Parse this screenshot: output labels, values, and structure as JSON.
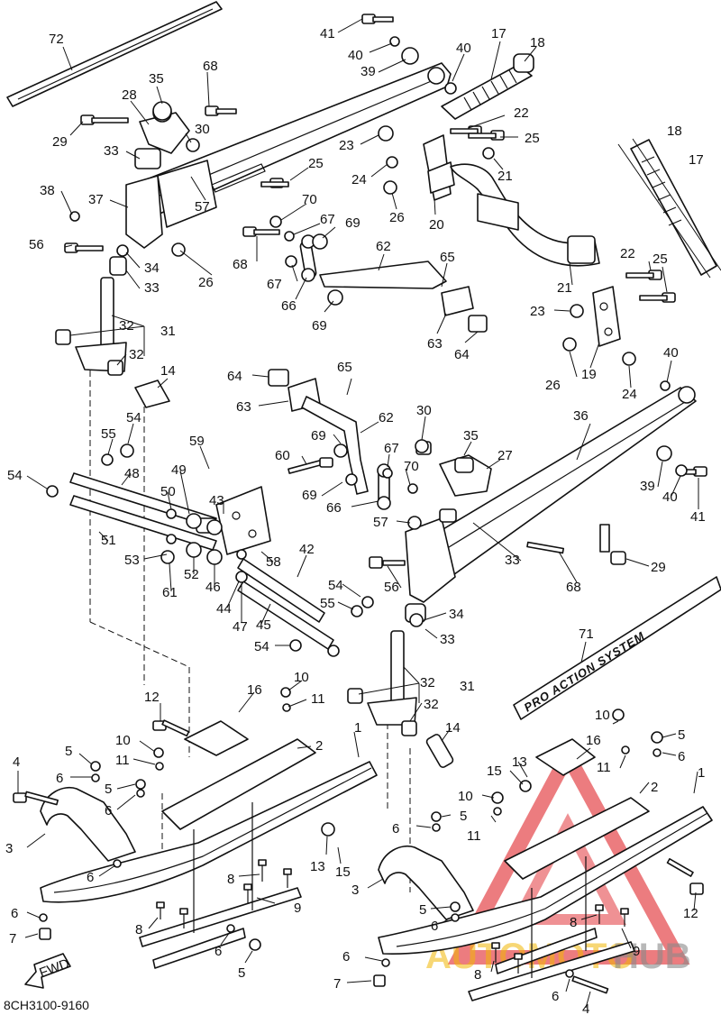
{
  "diagram": {
    "code": "8CH3100-9160",
    "banner_text": "PRO ACTION SYSTEM",
    "fwd_label": "FWD",
    "watermark": {
      "part_a": "AUTOMOTO",
      "part_b": "HUB",
      "accent_color": "#e0242a",
      "color_a": "#f2b705",
      "color_b": "#8a8a8a"
    }
  },
  "callouts": {
    "c72": "72",
    "c41a": "41",
    "c40a": "40",
    "c39a": "39",
    "c40b": "40",
    "c17a": "17",
    "c18a": "18",
    "c35a": "35",
    "c68a": "68",
    "c28": "28",
    "c29a": "29",
    "c30a": "30",
    "c33a": "33",
    "c22a": "22",
    "c23a": "23",
    "c25a": "25",
    "c38": "38",
    "c37": "37",
    "c57a": "57",
    "c25b": "25",
    "c24a": "24",
    "c26a": "26",
    "c20": "20",
    "c21a": "21",
    "c70a": "70",
    "c67a": "67",
    "c69a": "69",
    "c56a": "56",
    "c34a": "34",
    "c33b": "33",
    "c68b": "68",
    "c26b": "26",
    "c18b": "18",
    "c17b": "17",
    "c62a": "62",
    "c65a": "65",
    "c67b": "67",
    "c66a": "66",
    "c69b": "69",
    "c63a": "63",
    "c64a": "64",
    "c22b": "22",
    "c25c": "25",
    "c21b": "21",
    "c32a": "32",
    "c31a": "31",
    "c32b": "32",
    "c23b": "23",
    "c26c": "26",
    "c19": "19",
    "c24b": "24",
    "c40c": "40",
    "c14a": "14",
    "c64b": "64",
    "c65b": "65",
    "c63b": "63",
    "c62b": "62",
    "c36": "36",
    "c30b": "30",
    "c35b": "35",
    "c27": "27",
    "c55a": "55",
    "c54a": "54",
    "c59": "59",
    "c69c": "69",
    "c67c": "67",
    "c70b": "70",
    "c60": "60",
    "c54b": "54",
    "c48": "48",
    "c49": "49",
    "c50": "50",
    "c43": "43",
    "c69d": "69",
    "c66b": "66",
    "c57b": "57",
    "c39b": "39",
    "c40d": "40",
    "c41b": "41",
    "c51": "51",
    "c53": "53",
    "c52": "52",
    "c46": "46",
    "c61": "61",
    "c58": "58",
    "c42": "42",
    "c33c": "33",
    "c29b": "29",
    "c56b": "56",
    "c68c": "68",
    "c44": "44",
    "c47": "47",
    "c45": "45",
    "c54c": "54",
    "c55b": "55",
    "c54d": "54",
    "c34b": "34",
    "c33d": "33",
    "c71": "71",
    "c32c": "32",
    "c31b": "31",
    "c32d": "32",
    "c14b": "14",
    "c10a": "10",
    "c11a": "11",
    "c12a": "12",
    "c16a": "16",
    "c10b": "10",
    "c11b": "11",
    "c2a": "2",
    "c1a": "1",
    "c4a": "4",
    "c5a": "5",
    "c6a": "6",
    "c5b": "5",
    "c6b": "6",
    "c3a": "3",
    "c6c": "6",
    "c13a": "13",
    "c15a": "15",
    "c8a": "8",
    "c9a": "9",
    "c6d": "6",
    "c7a": "7",
    "c8b": "8",
    "c6e": "6",
    "c5c": "5",
    "c10c": "10",
    "c5d": "5",
    "c16b": "16",
    "c11c": "11",
    "c6f": "6",
    "c15b": "15",
    "c13b": "13",
    "c2b": "2",
    "c1b": "1",
    "c10d": "10",
    "c5e": "5",
    "c6g": "6",
    "c11d": "11",
    "c3b": "3",
    "c5f": "5",
    "c6h": "6",
    "c8c": "8",
    "c9b": "9",
    "c12b": "12",
    "c8d": "8",
    "c6i": "6",
    "c7b": "7",
    "c6j": "6",
    "c4b": "4"
  }
}
